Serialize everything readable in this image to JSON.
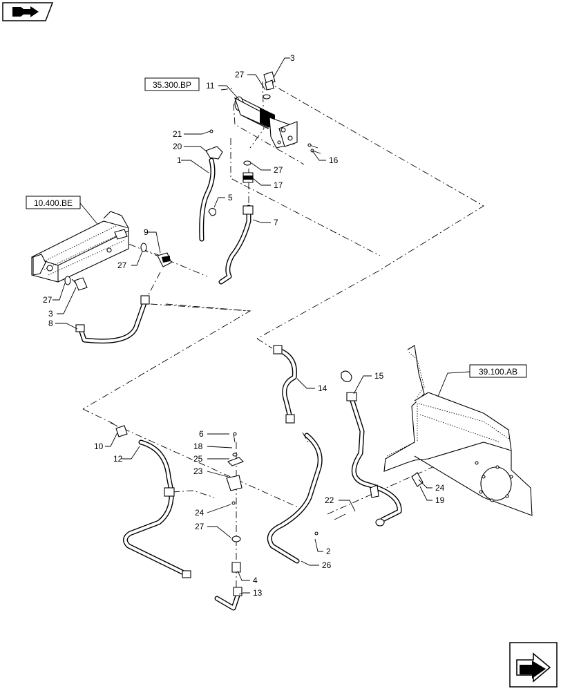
{
  "references": [
    {
      "id": "ref-35-300-bp",
      "text": "35.300.BP"
    },
    {
      "id": "ref-10-400-be",
      "text": "10.400.BE"
    },
    {
      "id": "ref-39-100-ab",
      "text": "39.100.AB"
    }
  ],
  "callouts": [
    {
      "n": "3"
    },
    {
      "n": "27"
    },
    {
      "n": "11"
    },
    {
      "n": "21"
    },
    {
      "n": "20"
    },
    {
      "n": "16"
    },
    {
      "n": "1"
    },
    {
      "n": "27"
    },
    {
      "n": "17"
    },
    {
      "n": "5"
    },
    {
      "n": "7"
    },
    {
      "n": "9"
    },
    {
      "n": "27"
    },
    {
      "n": "27"
    },
    {
      "n": "3"
    },
    {
      "n": "8"
    },
    {
      "n": "14"
    },
    {
      "n": "15"
    },
    {
      "n": "6"
    },
    {
      "n": "18"
    },
    {
      "n": "10"
    },
    {
      "n": "12"
    },
    {
      "n": "25"
    },
    {
      "n": "23"
    },
    {
      "n": "24"
    },
    {
      "n": "19"
    },
    {
      "n": "22"
    },
    {
      "n": "24"
    },
    {
      "n": "27"
    },
    {
      "n": "2"
    },
    {
      "n": "26"
    },
    {
      "n": "4"
    },
    {
      "n": "13"
    }
  ],
  "icons": {
    "top_left": "book-arrow-icon",
    "bottom_right": "next-page-arrow-icon"
  }
}
